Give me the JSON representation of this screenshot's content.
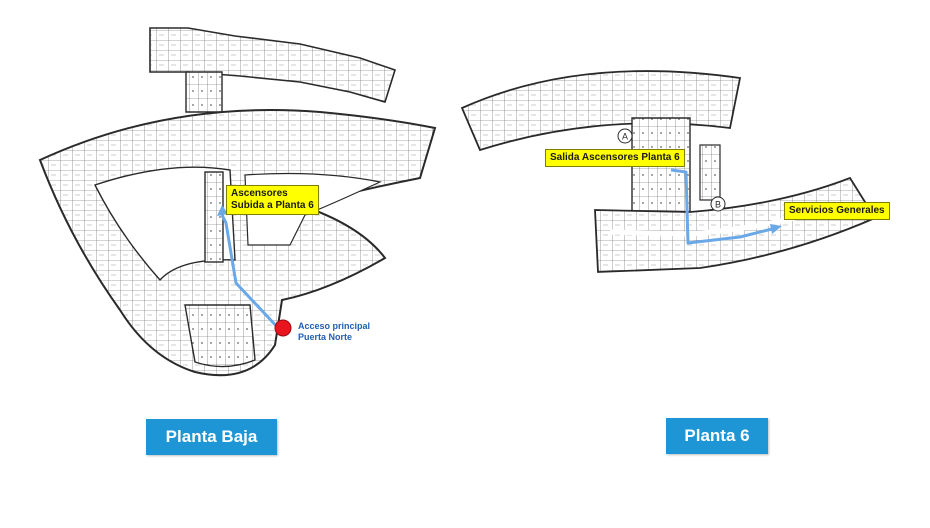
{
  "floors": [
    {
      "label": "Planta Baja",
      "callouts": {
        "elevators": "Ascensores\nSubida a Planta 6"
      },
      "entrance_note": "Acceso principal\nPuerta Norte"
    },
    {
      "label": "Planta 6",
      "callouts": {
        "elevators_exit": "Salida Ascensores Planta 6",
        "destination": "Servicios Generales"
      },
      "wing_markers": [
        "A",
        "B"
      ]
    }
  ],
  "colors": {
    "route": "#6aa8e8",
    "entrance_marker": "#e8141e",
    "callout_bg": "#ffff00",
    "floor_label_bg": "#1e96d6",
    "wall": "#2a2a2a"
  }
}
